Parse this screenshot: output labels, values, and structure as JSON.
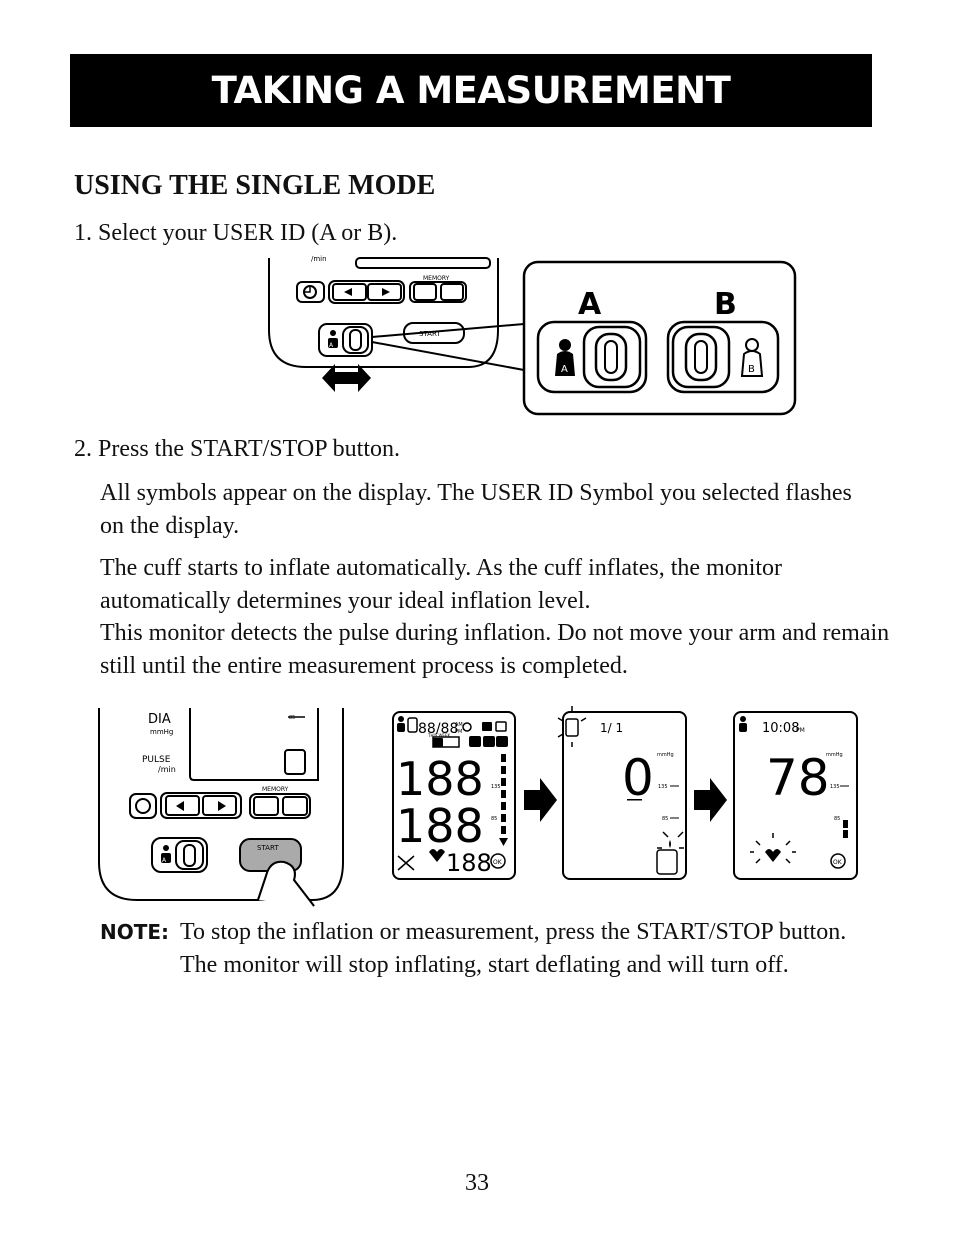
{
  "header": {
    "title": "TAKING A MEASUREMENT"
  },
  "section": {
    "title": "USING THE SINGLE MODE"
  },
  "steps": {
    "step1": "1. Select your USER ID (A or B).",
    "step2": "2. Press the START/STOP button.",
    "para1": "All symbols appear on the display. The USER ID Symbol you selected flashes on the display.",
    "para2_line1": "The cuff starts to inflate automatically. As the cuff inflates, the monitor automatically determines your ideal inflation level.",
    "para2_line2": "This monitor detects the pulse during inflation. Do not move your arm and remain still until the entire measurement process is completed."
  },
  "figure1": {
    "panel_labels": {
      "unit": "/min",
      "memory": "MEMORY",
      "start": "START",
      "user_a": "A"
    },
    "callout": {
      "label_a": "A",
      "label_b": "B",
      "icon_a": "A",
      "icon_b": "B"
    }
  },
  "figure2": {
    "panel_labels": {
      "dia": "DIA",
      "mmhg": "mmHg",
      "pulse": "PULSE",
      "per_min": "/min",
      "memory": "MEMORY",
      "start": "START",
      "scale_85": "85",
      "user": "A"
    },
    "display_all": {
      "time": "88/88",
      "am": "AM",
      "pm": "PM",
      "week": "THIS WEEK",
      "sys": "188",
      "dia": "188",
      "pulse": "188",
      "scale_135": "135",
      "scale_85": "85",
      "ok": "OK"
    },
    "display_inflating": {
      "date": "1/  1",
      "value": "0",
      "unit": "mmHg",
      "scale_135": "135",
      "scale_85": "85"
    },
    "display_result": {
      "time": "10:08",
      "pm": "PM",
      "value": "78",
      "unit": "mmHg",
      "scale_135": "135",
      "scale_85": "85",
      "ok": "OK"
    }
  },
  "note": {
    "label": "NOTE:",
    "text": "To stop the inflation or measurement, press the START/STOP button. The monitor will stop inflating, start deflating and will turn off."
  },
  "footer": {
    "page_number": "33"
  }
}
